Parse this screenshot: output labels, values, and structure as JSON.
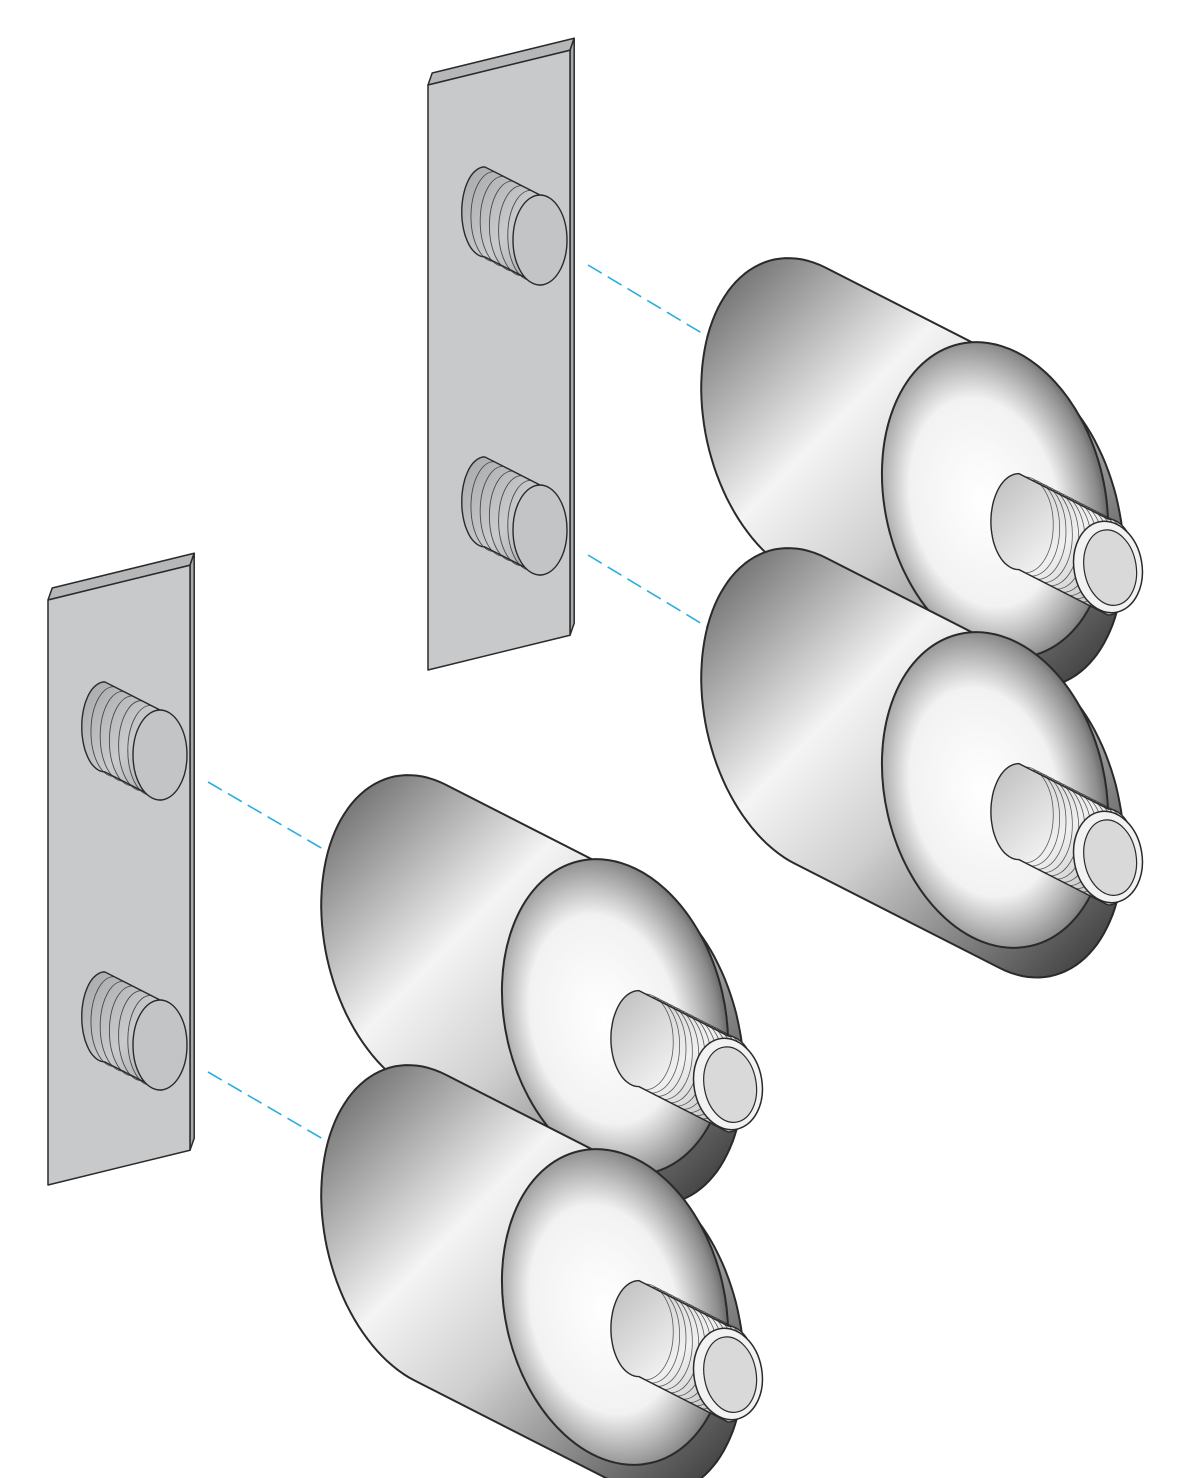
{
  "colors": {
    "plate_face": "#c8c9cb",
    "plate_top": "#b6b7b9",
    "plate_side": "#a9aaac",
    "stroke": "#2a2a2a",
    "guide_line": "#2aaee0",
    "stud_face": "#c3c4c6",
    "stud_body": "#b5b6b8",
    "mount_dark": "#3a3a3a",
    "mount_light": "#ffffff",
    "thread": "#e4e4e4"
  },
  "parts": {
    "plates": [
      "mounting-plate-upper",
      "mounting-plate-lower"
    ],
    "mounts": [
      "rubber-mount-1",
      "rubber-mount-2",
      "rubber-mount-3",
      "rubber-mount-4"
    ]
  }
}
